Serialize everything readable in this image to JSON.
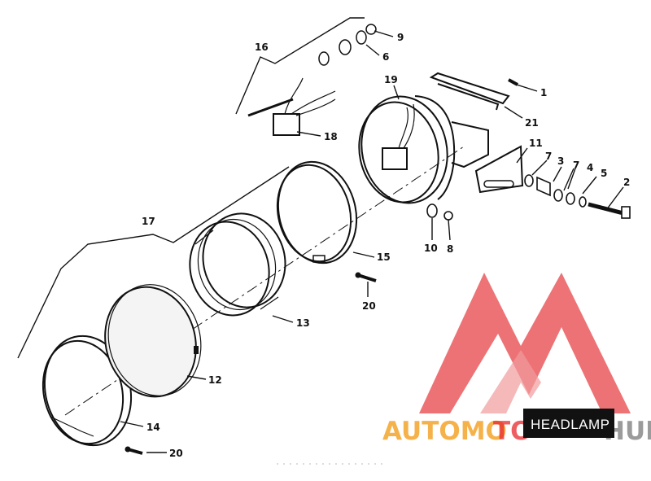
{
  "callouts": {
    "c1": "1",
    "c2": "2",
    "c3": "3",
    "c4": "4",
    "c5": "5",
    "c6": "6",
    "c7a": "7",
    "c7b": "7",
    "c8": "8",
    "c9": "9",
    "c10": "10",
    "c11": "11",
    "c12": "12",
    "c13": "13",
    "c14": "14",
    "c15": "15",
    "c16": "16",
    "c17": "17",
    "c18": "18",
    "c19": "19",
    "c20a": "20",
    "c20b": "20",
    "c21": "21"
  },
  "caption": {
    "label": "HEADLAMP"
  },
  "watermark": {
    "text_part1": "AUTOMO",
    "text_part2": "TO",
    "text_part3": "HUB",
    "colors": {
      "red": "#e8282d",
      "orange": "#f6b24a",
      "grey": "#8a8a8a"
    }
  },
  "icons": {
    "logo": "automotohub-logo-icon"
  }
}
